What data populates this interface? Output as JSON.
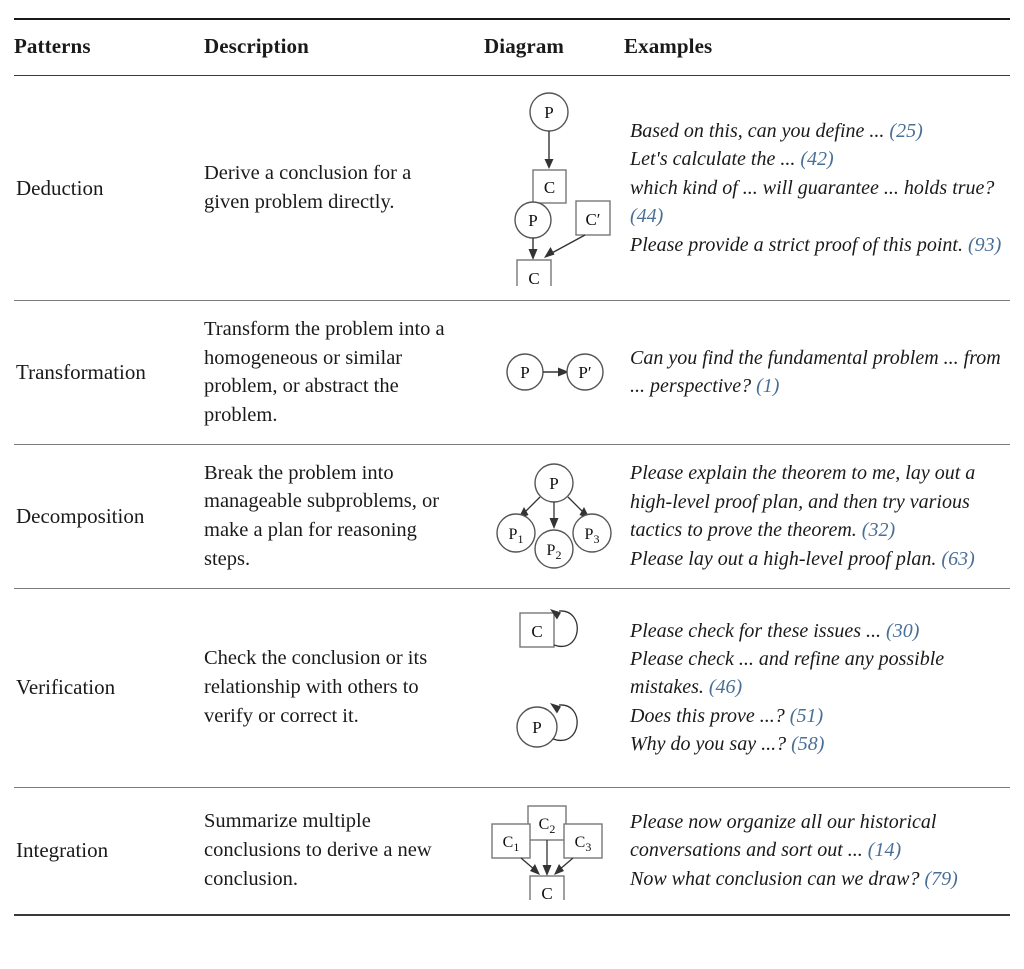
{
  "table": {
    "headers": {
      "patterns": "Patterns",
      "description": "Description",
      "diagram": "Diagram",
      "examples": "Examples"
    },
    "cite_color": "#4a6f96",
    "rows": [
      {
        "pattern": "Deduction",
        "description": "Derive a conclusion for a given problem directly.",
        "diagram_name": "deduction-diagram",
        "diagram_nodes": [
          "P",
          "C",
          "P",
          "C'",
          "C"
        ],
        "examples": [
          {
            "text": "Based on this, can you define ... ",
            "cite": "(25)"
          },
          {
            "text": "Let's calculate the ... ",
            "cite": "(42)"
          },
          {
            "text": "which kind of ... will guarantee ... holds true? ",
            "cite": "(44)"
          },
          {
            "text": "Please provide a strict proof of this point. ",
            "cite": "(93)"
          }
        ]
      },
      {
        "pattern": "Transformation",
        "description": "Transform the problem into a homogeneous or similar problem, or abstract the problem.",
        "diagram_name": "transformation-diagram",
        "diagram_nodes": [
          "P",
          "P'"
        ],
        "examples": [
          {
            "text": "Can you find the fundamental problem ... from ... perspective? ",
            "cite": "(1)"
          }
        ]
      },
      {
        "pattern": "Decomposition",
        "description": "Break the problem into manageable subproblems, or make a plan for reasoning steps.",
        "diagram_name": "decomposition-diagram",
        "diagram_nodes": [
          "P",
          "P1",
          "P2",
          "P3"
        ],
        "examples": [
          {
            "text": "Please explain the theorem to me, lay out a high-level proof plan, and then try various tactics to prove the theorem. ",
            "cite": "(32)"
          },
          {
            "text": "Please lay out a high-level proof plan. ",
            "cite": "(63)"
          }
        ]
      },
      {
        "pattern": "Verification",
        "description": "Check the conclusion or its relationship with others to verify or correct it.",
        "diagram_name": "verification-diagram",
        "diagram_nodes": [
          "C",
          "P"
        ],
        "examples": [
          {
            "text": "Please check for these issues ... ",
            "cite": "(30)"
          },
          {
            "text": "Please check ... and refine any possible mistakes. ",
            "cite": "(46)"
          },
          {
            "text": "Does this prove ...? ",
            "cite": "(51)"
          },
          {
            "text": "Why do you say ...? ",
            "cite": "(58)"
          }
        ]
      },
      {
        "pattern": "Integration",
        "description": "Summarize multiple conclusions to derive a new conclusion.",
        "diagram_name": "integration-diagram",
        "diagram_nodes": [
          "C1",
          "C2",
          "C3",
          "C"
        ],
        "examples": [
          {
            "text": "Please now organize all our historical conversations and sort out ... ",
            "cite": "(14)"
          },
          {
            "text": "Now what conclusion can we draw? ",
            "cite": "(79)"
          }
        ]
      }
    ]
  }
}
